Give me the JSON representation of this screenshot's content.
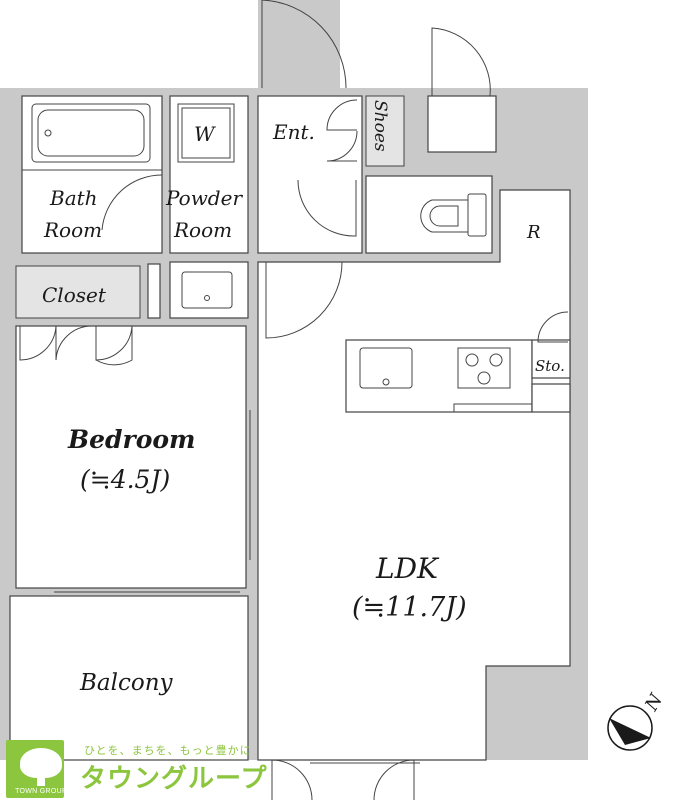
{
  "rooms": {
    "bath": [
      "Bath",
      "Room"
    ],
    "powder": [
      "Powder",
      "Room"
    ],
    "washer": "W",
    "entrance": "Ent.",
    "shoes": "Shoes",
    "closet": "Closet",
    "refrigerator": "R",
    "storage": "Sto.",
    "bedroom": {
      "name": "Bedroom",
      "size": "(≒4.5J)"
    },
    "ldk": {
      "name": "LDK",
      "size": "(≒11.7J)"
    },
    "balcony": "Balcony"
  },
  "compass": {
    "north": "N"
  },
  "brand": {
    "tagline": "ひとを、まちを、もっと豊かに",
    "name": "タウングループ",
    "name_en": "TOWN GROUP",
    "color": "#8cc63e"
  },
  "colors": {
    "wall": "#c9c9c9",
    "line": "#444444"
  }
}
